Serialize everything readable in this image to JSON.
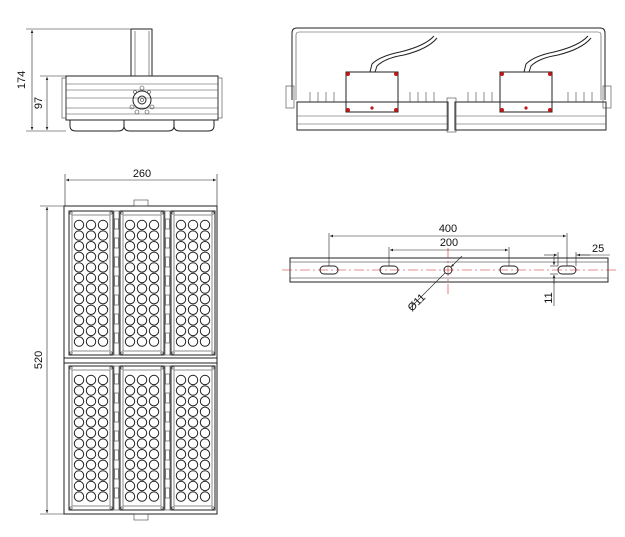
{
  "colors": {
    "line": "#222222",
    "centerline": "#d42020",
    "marker": "#c01818",
    "background": "#ffffff"
  },
  "side_view": {
    "dim_total_height": "174",
    "dim_body_height": "97"
  },
  "front_view": {},
  "plan_view": {
    "dim_width": "260",
    "dim_length": "520"
  },
  "bracket_view": {
    "dim_outer_span": "400",
    "dim_inner_span": "200",
    "dim_slot_width": "25",
    "dim_slot_height": "11",
    "dim_hole_diameter": "Ø11"
  }
}
